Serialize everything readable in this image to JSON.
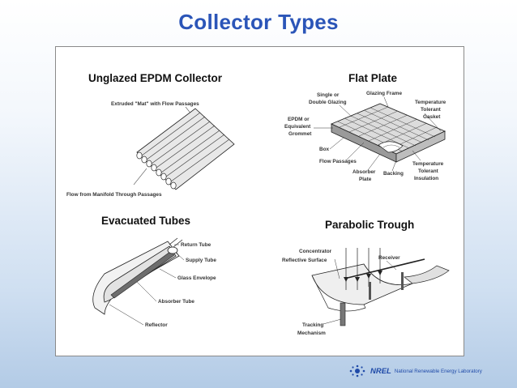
{
  "slide": {
    "title": "Collector Types"
  },
  "sections": {
    "unglazed": {
      "title": "Unglazed EPDM Collector",
      "labels": {
        "extruded": "Extruded \"Mat\" with Flow Passages",
        "manifold": "Flow from Manifold Through Passages"
      }
    },
    "flat_plate": {
      "title": "Flat Plate",
      "labels": {
        "single_glazing_1": "Single or",
        "single_glazing_2": "Double Glazing",
        "glazing_frame": "Glazing Frame",
        "temp_gasket_1": "Temperature",
        "temp_gasket_2": "Tolerant",
        "temp_gasket_3": "Gasket",
        "epdm_1": "EPDM or",
        "epdm_2": "Equivalent",
        "epdm_3": "Grommet",
        "box": "Box",
        "flow_passages": "Flow Passages",
        "absorber_1": "Absorber",
        "absorber_2": "Plate",
        "backing": "Backing",
        "temp_ins_1": "Temperature",
        "temp_ins_2": "Tolerant",
        "temp_ins_3": "Insulation"
      }
    },
    "evacuated": {
      "title": "Evacuated Tubes",
      "labels": {
        "return_tube": "Return Tube",
        "supply_tube": "Supply Tube",
        "glass_envelope": "Glass Envelope",
        "absorber_tube": "Absorber Tube",
        "reflector": "Reflector"
      }
    },
    "trough": {
      "title": "Parabolic Trough",
      "labels": {
        "concentrator_1": "Concentrator",
        "concentrator_2": "Reflective Surface",
        "receiver": "Receiver",
        "tracking_1": "Tracking",
        "tracking_2": "Mechanism"
      }
    }
  },
  "footer": {
    "logo": "NREL",
    "lab": "National Renewable Energy Laboratory"
  },
  "colors": {
    "title": "#2b55b8",
    "footer": "#1f4aa8"
  }
}
